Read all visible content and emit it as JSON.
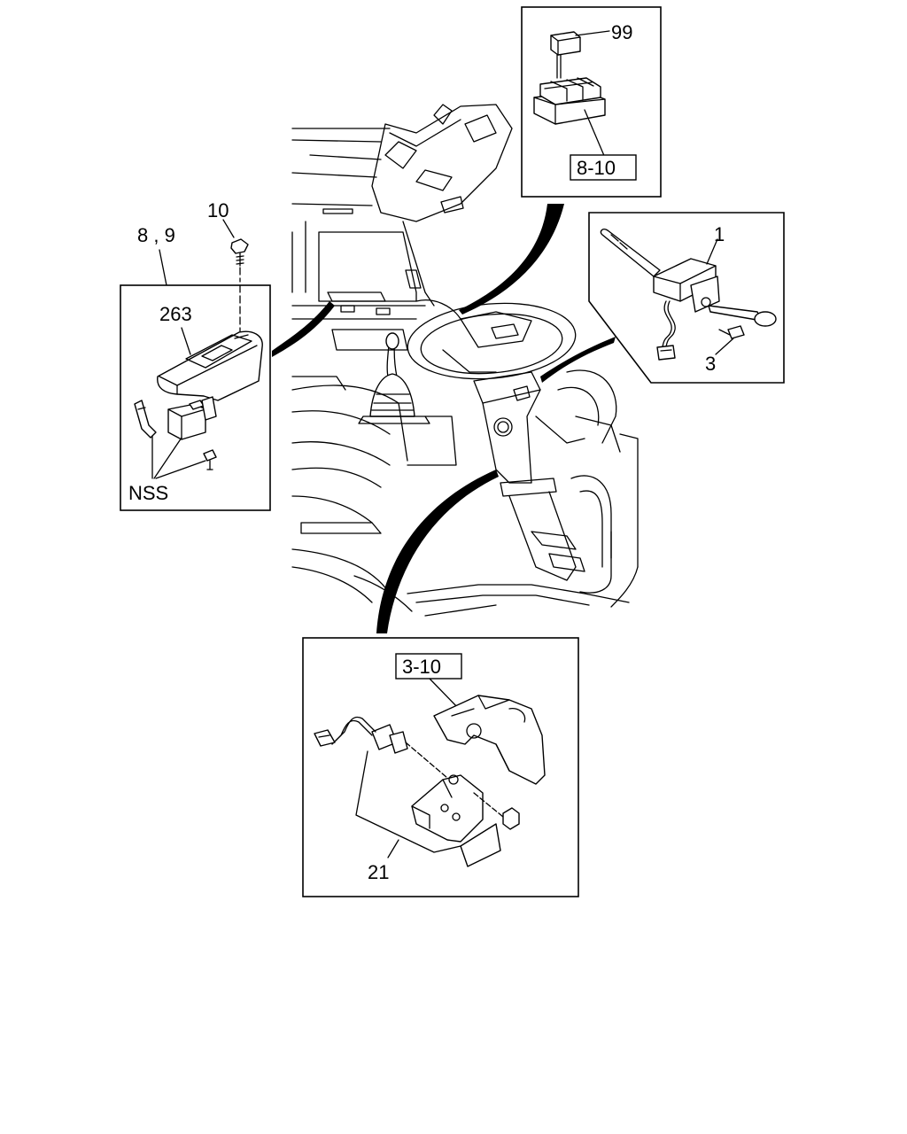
{
  "callouts": {
    "relay_number": "99",
    "relay_ref": "8-10",
    "combination_switch": "1",
    "screw_3": "3",
    "screw_10": "10",
    "window_switch_refs": "8 , 9",
    "window_switch": "263",
    "not_serviced": "NSS",
    "engine_ref": "3-10",
    "sensor": "21"
  }
}
